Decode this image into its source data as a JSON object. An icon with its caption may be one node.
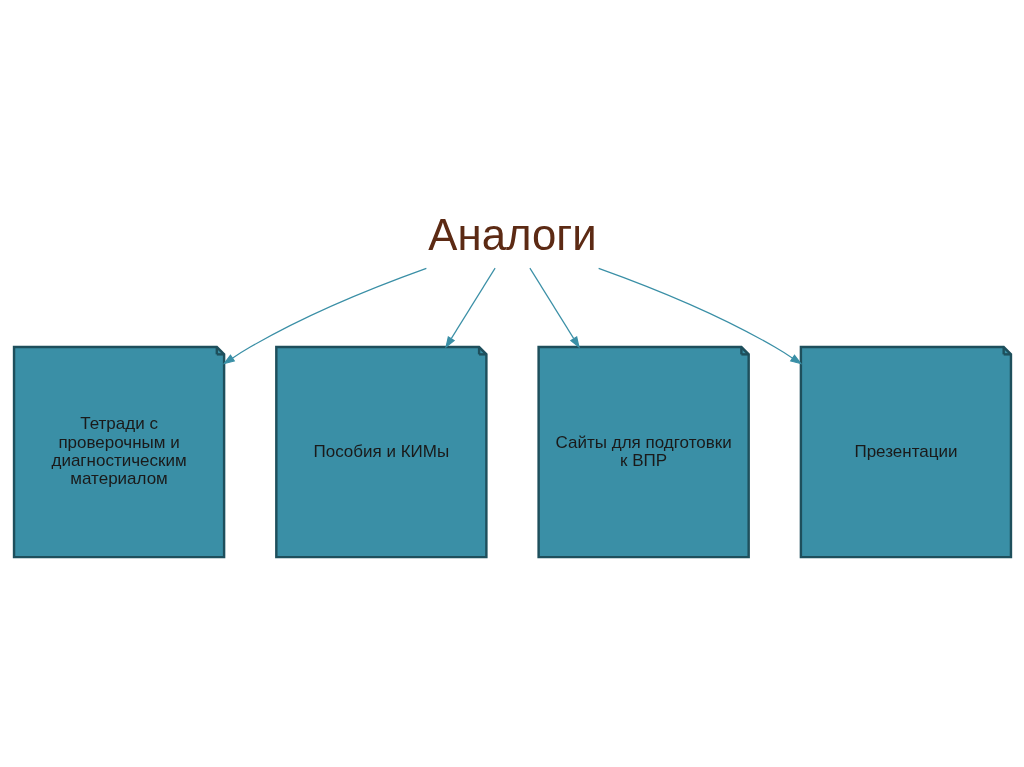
{
  "diagram": {
    "nodes": [
      {
        "text": [
          "Аналоги"
        ]
      },
      {
        "text": [
          "Тетради с проверочным и диагностическим материалом"
        ]
      },
      {
        "text": [
          "Пособия и КИМы"
        ]
      },
      {
        "text": [
          "Сайты для подготовки к ВПР"
        ]
      },
      {
        "text": [
          "Презентации"
        ]
      }
    ],
    "edges": [
      {
        "from": 0,
        "to": 1,
        "arrow": "to"
      },
      {
        "from": 0,
        "to": 2,
        "arrow": "to"
      },
      {
        "from": 0,
        "to": 3,
        "arrow": "to"
      },
      {
        "from": 0,
        "to": 4,
        "arrow": "to"
      }
    ]
  }
}
